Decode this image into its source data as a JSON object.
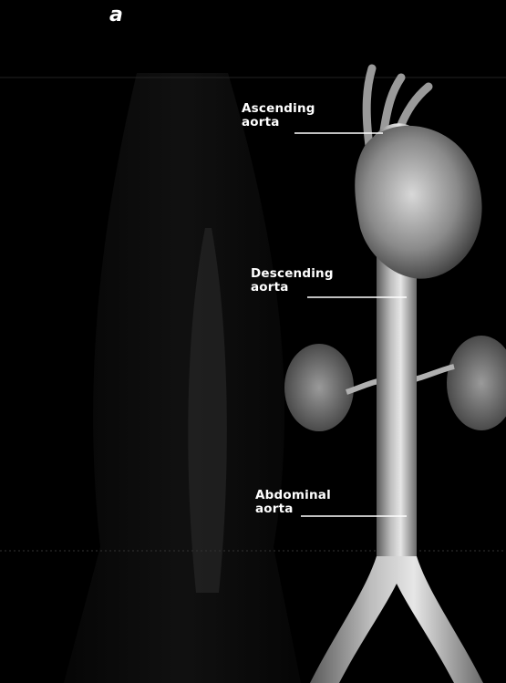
{
  "figure": {
    "panel_letter": "a",
    "labels": {
      "ascending": {
        "line1": "Ascending",
        "line2": "aorta"
      },
      "descending": {
        "line1": "Descending",
        "line2": "aorta"
      },
      "abdominal": {
        "line1": "Abdominal",
        "line2": "aorta"
      }
    }
  },
  "colors": {
    "background": "#000000",
    "label_text": "#ffffff",
    "leader_line": "#ffffff"
  }
}
